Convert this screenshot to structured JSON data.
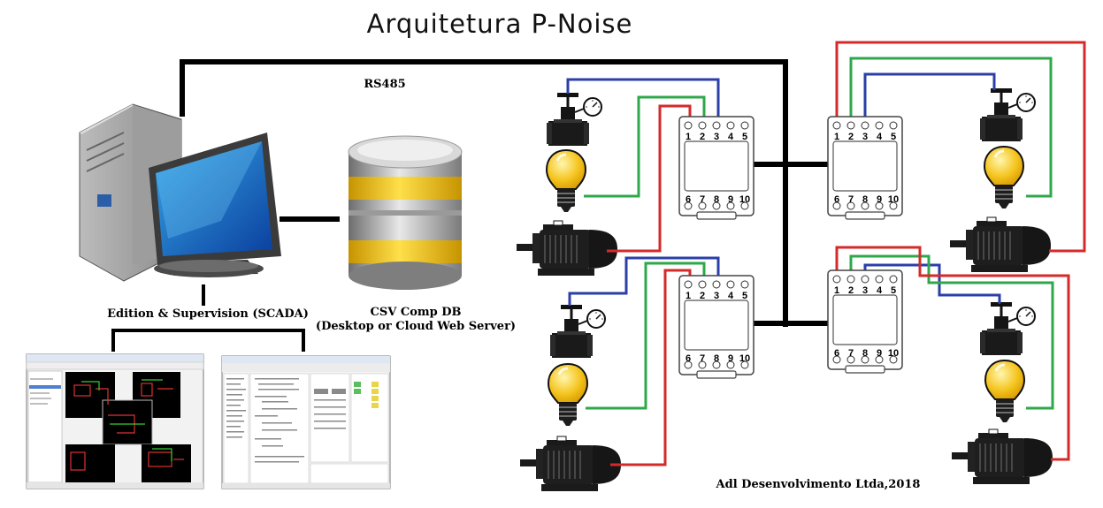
{
  "title": "Arquitetura P-Noise",
  "bus_label": "RS485",
  "pc_label": "Edition & Supervision (SCADA)",
  "db_label_line1": "CSV Comp DB",
  "db_label_line2": "(Desktop or Cloud Web Server)",
  "footer": "Adl Desenvolvimento Ltda,2018",
  "relay_terminals_top": [
    "1",
    "2",
    "3",
    "4",
    "5"
  ],
  "relay_terminals_bottom": [
    "6",
    "7",
    "8",
    "9",
    "10"
  ],
  "colors": {
    "bus": "#000000",
    "wire_red": "#d42a2a",
    "wire_green": "#2ea84a",
    "wire_blue": "#2b3fa8",
    "lamp": "#f6c928",
    "db_band": "#f2c400"
  }
}
